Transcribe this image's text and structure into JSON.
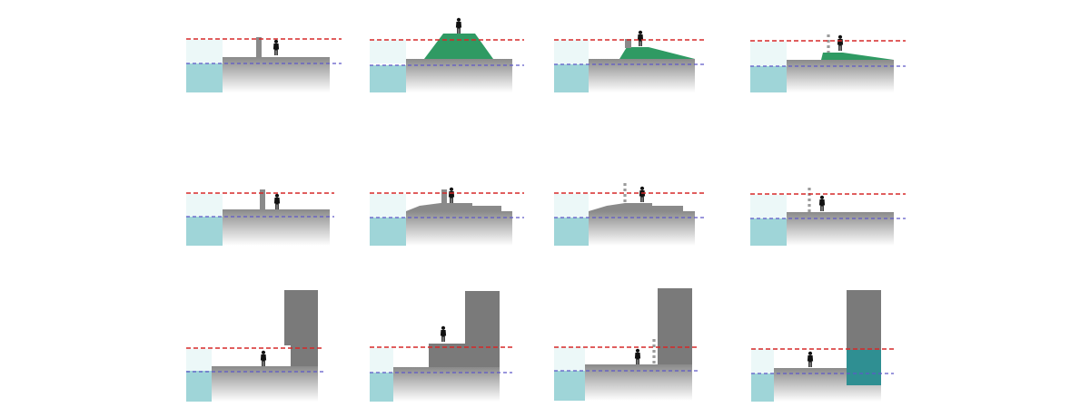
{
  "colors": {
    "background": "#ffffff",
    "ground_top": "#8a8a8a",
    "ground_bottom": "#ffffff",
    "water": "#9fd5d8",
    "air": "#ecf8f8",
    "flood_line": "#d62828",
    "water_line": "#5d57c8",
    "dike": "#2f9a63",
    "building": "#7a7a7a",
    "wall": "#8a8a8a",
    "dotted_wall": "#9b9b9b",
    "flooded_basement": "#2f8f92",
    "person": "#111111"
  },
  "panels": [
    {
      "row": 1,
      "col": 1,
      "scenario": "flood-wall",
      "wall": "solid"
    },
    {
      "row": 1,
      "col": 2,
      "scenario": "dike",
      "wall": "none"
    },
    {
      "row": 1,
      "col": 3,
      "scenario": "sloped-dike-with-wall",
      "wall": "solid"
    },
    {
      "row": 1,
      "col": 4,
      "scenario": "low-dike-with-demountable-wall",
      "wall": "dotted"
    },
    {
      "row": 2,
      "col": 1,
      "scenario": "flood-wall",
      "wall": "solid"
    },
    {
      "row": 2,
      "col": 2,
      "scenario": "terraced-ground-with-wall",
      "wall": "solid"
    },
    {
      "row": 2,
      "col": 3,
      "scenario": "terraced-ground-with-demountable-wall",
      "wall": "dotted"
    },
    {
      "row": 2,
      "col": 4,
      "scenario": "demountable-wall",
      "wall": "dotted"
    },
    {
      "row": 3,
      "col": 1,
      "scenario": "building-as-barrier",
      "wall": "building"
    },
    {
      "row": 3,
      "col": 2,
      "scenario": "raised-plinth-building",
      "wall": "building"
    },
    {
      "row": 3,
      "col": 3,
      "scenario": "building-with-demountable-wall",
      "wall": "dotted"
    },
    {
      "row": 3,
      "col": 4,
      "scenario": "floodable-building-base",
      "wall": "building"
    }
  ]
}
